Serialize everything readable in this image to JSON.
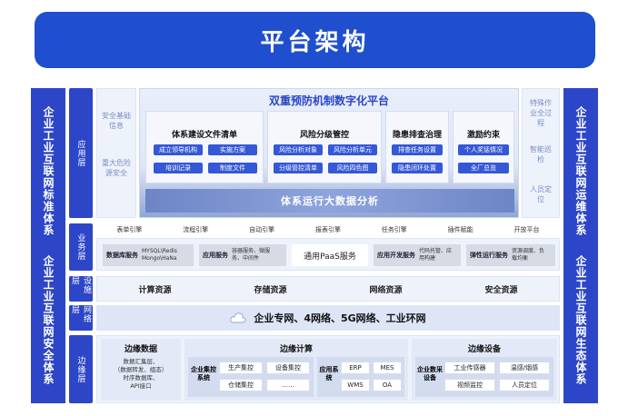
{
  "title": "平台架构",
  "left_column": {
    "top": "企业工业互联网标准体系",
    "bottom": "企业工业互联网安全体系"
  },
  "right_column": {
    "top": "企业工业互联网运维体系",
    "bottom": "企业工业互联网生态体系"
  },
  "layers": {
    "app": "应用层",
    "business": "业务层",
    "facility": "设施层",
    "network": "网络层",
    "edge": "边缘层"
  },
  "app_left": [
    "安全基础信息",
    "重大危险源安全"
  ],
  "app_right": [
    "特殊作业全过程",
    "智能巡检",
    "人员定位"
  ],
  "platform": {
    "title": "双重预防机制数字化平台",
    "groups": [
      {
        "title": "体系建设文件清单",
        "items": [
          "成立领导机构",
          "实施方案",
          "培训记录",
          "制度文件"
        ]
      },
      {
        "title": "风险分级管控",
        "items": [
          "风险分析对象",
          "风险分析单元",
          "分级管控清单",
          "风险四色图"
        ]
      },
      {
        "title": "隐患排查治理",
        "items": [
          "排查任务设置",
          "隐患闭环处置"
        ]
      },
      {
        "title": "激励约束",
        "items": [
          "个人奖惩情况",
          "全厂总览"
        ]
      }
    ],
    "bigdata": "体系运行大数据分析"
  },
  "engines": [
    "表单引擎",
    "流程引擎",
    "自动引擎",
    "报表引擎",
    "任务引擎",
    "插件赋能",
    "开放平台"
  ],
  "business_services": [
    {
      "label": "数据库服务",
      "detail": "MYSQL\\Redis\nMongo\\HaNa"
    },
    {
      "label": "应用服务",
      "detail": "容器服务、微服务、中间件"
    },
    {
      "label": "通用PaaS服务",
      "detail": ""
    },
    {
      "label": "应用开发服务",
      "detail": "代码托管、应用构建"
    },
    {
      "label": "弹性运行服务",
      "detail": "资源调度、负载均衡"
    }
  ],
  "facility_items": [
    "计算资源",
    "存储资源",
    "网络资源",
    "安全资源"
  ],
  "network_text": "企业专网、4网络、5G网络、工业环网",
  "edge": {
    "data": {
      "title": "边缘数据",
      "text": "数据汇集层、\n（数据转发、组态）\n时序数据库、\nAPI接口"
    },
    "compute": {
      "title": "边缘计算",
      "group1": {
        "label": "企业集控系统",
        "items": [
          "生产集控",
          "设备集控",
          "仓储集控",
          "……"
        ]
      },
      "group2": {
        "label": "应用系统",
        "items": [
          "ERP",
          "MES",
          "WMS",
          "OA"
        ]
      }
    },
    "device": {
      "title": "边缘设备",
      "label": "企业数采设备",
      "items": [
        "工业传感器",
        "温感/烟感",
        "视频监控",
        "人员定位"
      ]
    }
  },
  "colors": {
    "primary": "#1f4fcf",
    "side": "#2d46c8",
    "chip": "#3558d6"
  }
}
